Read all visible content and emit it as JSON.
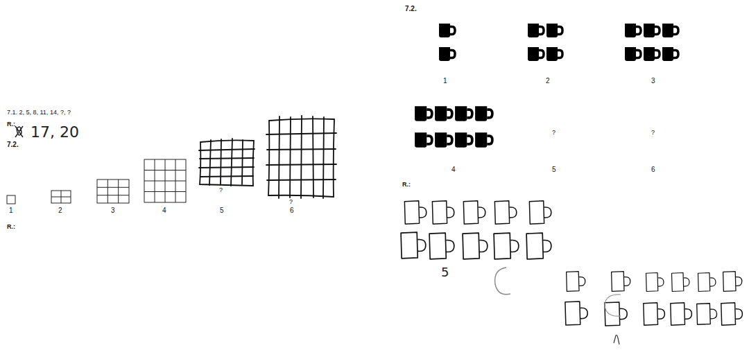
{
  "diagram": {
    "labels": [
      "7.1. 2, 5, 8, 11, 14, ?, ?",
      "R.:",
      "17, 20",
      "7.2.",
      "1",
      "2",
      "3",
      "4",
      "?",
      "?",
      "5",
      "6",
      "R.:",
      "7.2.",
      "1",
      "2",
      "3",
      "4",
      "?",
      "?",
      "5",
      "6",
      "R.:",
      "5"
    ]
  }
}
